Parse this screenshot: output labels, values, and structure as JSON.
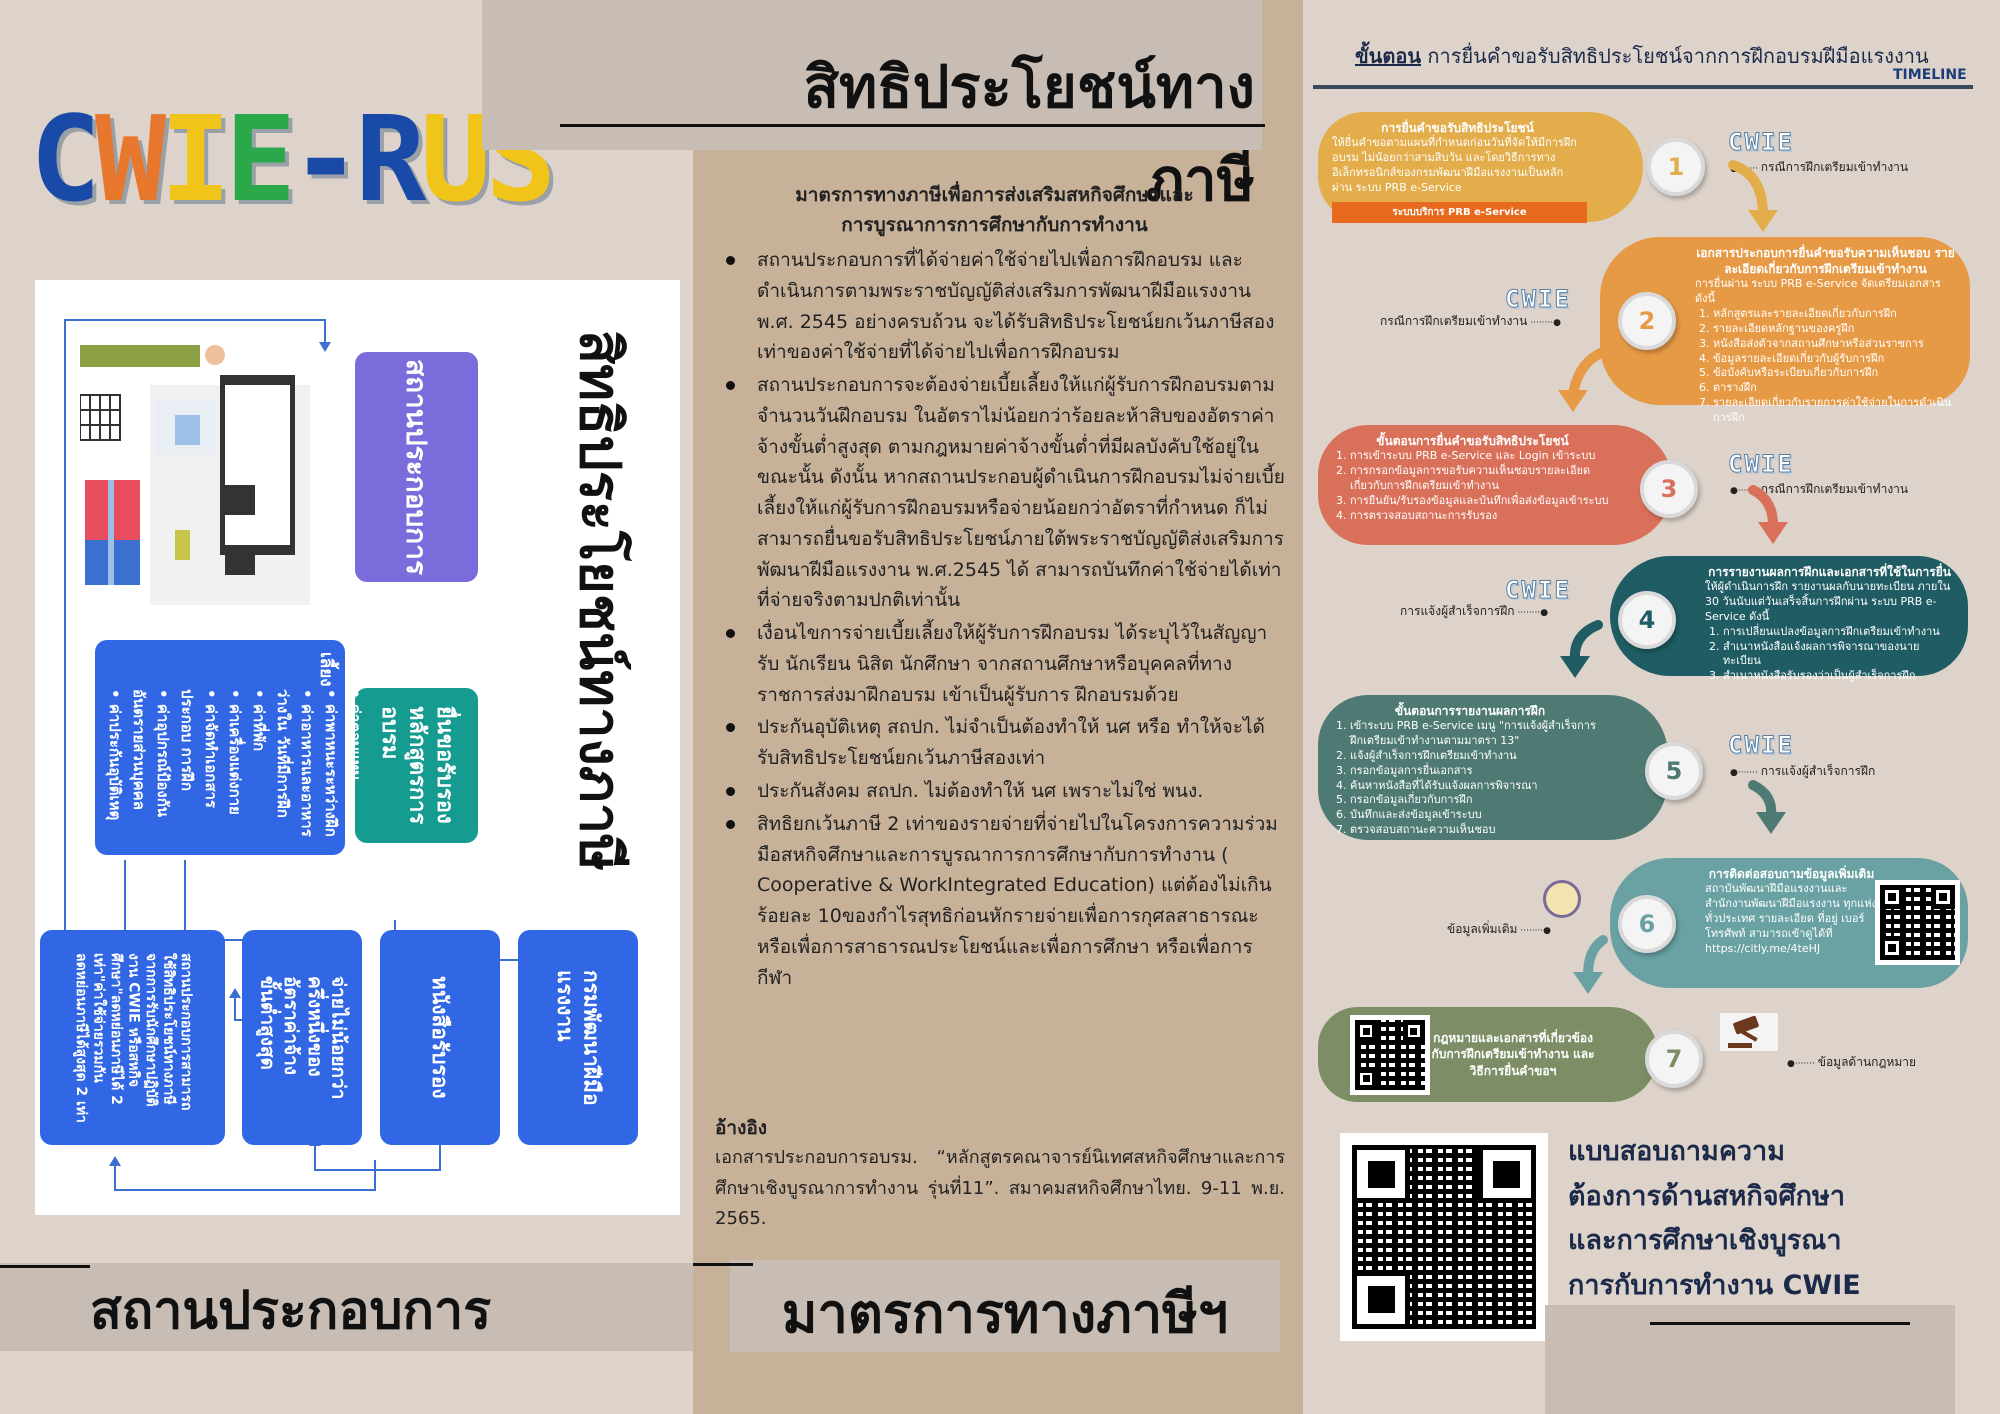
{
  "logo": {
    "letters": [
      {
        "ch": "C",
        "color": "#1a4aa8"
      },
      {
        "ch": "W",
        "color": "#e8772e"
      },
      {
        "ch": "I",
        "color": "#f0c419"
      },
      {
        "ch": "E",
        "color": "#2aa84a"
      },
      {
        "ch": "-",
        "color": "#1a4aa8"
      },
      {
        "ch": "R",
        "color": "#1a4aa8"
      },
      {
        "ch": "U",
        "color": "#f0c419"
      },
      {
        "ch": "S",
        "color": "#f0c419"
      }
    ]
  },
  "left": {
    "big_vertical_title": "สิทธิประโยชน์ทางภาษี",
    "box_operator": "สถานประกอบการ",
    "box_certified": "ยื่นขอรับรอง\nหลักสูตรการ\nอบรม",
    "expenses_title": "เบี้ยเลี้ยง",
    "expenses": [
      "ค่าตอบแทน",
      "ค่าพาหนะระหว่างฝึก",
      "ค่าอาหารและอาหารว่างใน วันที่มีการฝึก",
      "ค่าที่พัก",
      "ค่าเครื่องแต่งกาย",
      "ค่าจัดทำเอกสารประกอบ การฝึก",
      "ค่าอุปกรณ์ป้องกัน อันตรายส่วนบุคคล",
      "ค่าประกันอุบัติเหตุ"
    ],
    "box_dept": "กรมพัฒนาฝีมือ\nแรงงาน",
    "box_letter": "หนังสือรับรอง",
    "box_wage": "จ่ายไม่น้อยกว่า\nครึ่งหนึ่งของ\nอัตราค่าจ้าง\nขั้นต่ำสูงสุด",
    "box_taxdeduct": "สถานประกอบการสามารถ\nใช้สิทธิประโยชน์ทางภาษี\nจากการรับนักศึกษาปฏิบัติ\nงาน CWIE หรือสหกิจ\nศึกษา\"ลดหย่อนภาษีได้ 2\nเท่า\"ค่าใช้จ่ายรวมกัน\nลดหย่อนภาษีได้สูงสุด 2 เท่า",
    "bottom_title": "สถานประกอบการ"
  },
  "middle": {
    "top_title": "สิทธิประโยชน์ทางภาษี",
    "heading_line1": "มาตรการทางภาษีเพื่อการส่งเสริมสหกิจศึกษาและ",
    "heading_line2": "การบูรณาการการศึกษากับการทำงาน",
    "bullets": [
      "สถานประกอบการที่ได้จ่ายค่าใช้จ่ายไปเพื่อการฝึกอบรม และดำเนินการตามพระราชบัญญัติส่งเสริมการพัฒนาฝีมือแรงงาน พ.ศ. 2545 อย่างครบถ้วน จะได้รับสิทธิประโยชน์ยกเว้นภาษีสองเท่าของค่าใช้จ่ายที่ได้จ่ายไปเพื่อการฝึกอบรม",
      "สถานประกอบการจะต้องจ่ายเบี้ยเลี้ยงให้แก่ผู้รับการฝึกอบรมตามจำนวนวันฝึกอบรม ในอัตราไม่น้อยกว่าร้อยละห้าสิบของอัตราค่าจ้างขั้นต่ำสูงสุด ตามกฎหมายค่าจ้างขั้นต่ำที่มีผลบังคับใช้อยู่ในขณะนั้น ดังนั้น หากสถานประกอบผู้ดำเนินการฝึกอบรมไม่จ่ายเบี้ยเลี้ยงให้แก่ผู้รับการฝึกอบรมหรือจ่ายน้อยกว่าอัตราที่กำหนด ก็ไม่สามารถยื่นขอรับสิทธิประโยชน์ภายใต้พระราชบัญญัติส่งเสริมการพัฒนาฝีมือแรงงาน พ.ศ.2545 ได้ สามารถบันทึกค่าใช้จ่ายได้เท่าที่จ่ายจริงตามปกติเท่านั้น",
      "เงื่อนไขการจ่ายเบี้ยเลี้ยงให้ผู้รับการฝึกอบรม ได้ระบุไว้ในสัญญารับ นักเรียน นิสิต นักศึกษา จากสถานศึกษาหรือบุคคลที่ทางราชการส่งมาฝึกอบรม เข้าเป็นผู้รับการ ฝึกอบรมด้วย",
      "ประกันอุบัติเหตุ สถปก. ไม่จำเป็นต้องทำให้ นศ หรือ ทำให้จะได้รับสิทธิประโยชน์ยกเว้นภาษีสองเท่า",
      "ประกันสังคม สถปก. ไม่ต้องทำให้ นศ เพราะไม่ใช่ พนง.",
      "สิทธิยกเว้นภาษี 2 เท่าของรายจ่ายที่จ่ายไปในโครงการความร่วมมือสหกิจศึกษาและการบูรณาการการศึกษากับการทำงาน ( Cooperative & WorkIntegrated Education) แต่ต้องไม่เกินร้อยละ 10ของกำไรสุทธิก่อนหักรายจ่ายเพื่อการกุศลสาธารณะ หรือเพื่อการสาธารณประโยชน์และเพื่อการศึกษา หรือเพื่อการกีฬา"
    ],
    "ref_heading": "อ้างอิง",
    "ref_text": "เอกสารประกอบการอบรม. “หลักสูตรคณาจารย์นิเทศสหกิจศึกษาและการศึกษาเชิงบูรณาการทำงาน รุ่นที่11”. สมาคมสหกิจศึกษาไทย. 9-11 พ.ย. 2565.",
    "bottom_title": "มาตรการทางภาษีฯ"
  },
  "right": {
    "head_underlined": "ขั้นตอน",
    "head_rest": " การยื่นคำขอรับสิทธิประโยชน์จากการฝึกอบรมฝีมือแรงงาน",
    "timeline_label": "TIMELINE",
    "cwie_text": "CWIE",
    "steps": [
      {
        "num": "1",
        "color": "#e2ad4a",
        "title": "การยื่นคำขอรับสิทธิประโยชน์",
        "body": "ให้ยื่นคำขอตามแผนที่กำหนดก่อนวันที่จัดให้มีการฝึกอบรม ไม่น้อยกว่าสามสิบวัน และโดยวิธีการทางอิเล็กทรอนิกส์ของกรมพัฒนาฝีมือแรงงานเป็นหลักผ่าน ระบบ PRB e-Service",
        "banner": "ระบบบริการ PRB e-Service",
        "side": "กรณีการฝึกเตรียมเข้าทำงาน"
      },
      {
        "num": "2",
        "color": "#e79a45",
        "title": "เอกสารประกอบการยื่นคำขอรับความเห็นชอบ รายละเอียดเกี่ยวกับการฝึกเตรียมเข้าทำงาน",
        "body": "การยื่นผ่าน ระบบ PRB e-Service จัดเตรียมเอกสาร ดังนี้",
        "items": [
          "หลักสูตรและรายละเอียดเกี่ยวกับการฝึก",
          "รายละเอียดหลักฐานของครูฝึก",
          "หนังสือส่งตัวจากสถานศึกษาหรือส่วนราชการ",
          "ข้อมูลรายละเอียดเกี่ยวกับผู้รับการฝึก",
          "ข้อบังคับหรือระเบียบเกี่ยวกับการฝึก",
          "ตารางฝึก",
          "รายละเอียดเกี่ยวกับรายการค่าใช้จ่ายในการดำเนินการฝึก"
        ],
        "side": "กรณีการฝึกเตรียมเข้าทำงาน"
      },
      {
        "num": "3",
        "color": "#d9705a",
        "title": "ขั้นตอนการยื่นคำขอรับสิทธิประโยชน์",
        "items": [
          "การเข้าระบบ PRB e-Service และ Login เข้าระบบ",
          "การกรอกข้อมูลการขอรับความเห็นชอบรายละเอียดเกี่ยวกับการฝึกเตรียมเข้าทำงาน",
          "การยืนยัน/รับรองข้อมูลและบันทึกเพื่อส่งข้อมูลเข้าระบบ",
          "การตรวจสอบสถานะการรับรอง"
        ],
        "side": "กรณีการฝึกเตรียมเข้าทำงาน"
      },
      {
        "num": "4",
        "color": "#1f5c63",
        "title": "การรายงานผลการฝึกและเอกสารที่ใช้ในการยื่น",
        "body": "ให้ผู้ดำเนินการฝึก รายงานผลกับนายทะเบียน ภายใน 30 วันนับแต่วันเสร็จสิ้นการฝึกผ่าน ระบบ PRB e-Service ดังนี้",
        "items": [
          "การเปลี่ยนแปลงข้อมูลการฝึกเตรียมเข้าทำงาน",
          "สำเนาหนังสือแจ้งผลการพิจารณาของนายทะเบียน",
          "สำเนาหนังสือรับรองว่าเป็นผู้สำเร็จการฝึก"
        ],
        "side": "การแจ้งผู้สำเร็จการฝึก"
      },
      {
        "num": "5",
        "color": "#4e7a73",
        "title": "ขั้นตอนการรายงานผลการฝึก",
        "items": [
          "เข้าระบบ PRB e-Service เมนู \"การแจ้งผู้สำเร็จการฝึกเตรียมเข้าทำงานตามมาตรา 13\"",
          "แจ้งผู้สำเร็จการฝึกเตรียมเข้าทำงาน",
          "กรอกข้อมูลการยื่นเอกสาร",
          "ค้นหาหนังสือที่ได้รับแจ้งผลการพิจารณา",
          "กรอกข้อมูลเกี่ยวกับการฝึก",
          "บันทึกและส่งข้อมูลเข้าระบบ",
          "ตรวจสอบสถานะความเห็นชอบ"
        ],
        "side": "การแจ้งผู้สำเร็จการฝึก"
      },
      {
        "num": "6",
        "color": "#6aa2a3",
        "title": "การติดต่อสอบถามข้อมูลเพิ่มเติม",
        "body": "สถาบันพัฒนาฝีมือแรงงานและ สำนักงานพัฒนาฝีมือแรงงาน ทุกแห่งทั่วประเทศ รายละเอียด ที่อยู่ เบอร์โทรศัพท์ สามารถเข้าดูได้ที่ https://citly.me/4teHJ",
        "side": "ข้อมูลเพิ่มเติม"
      },
      {
        "num": "7",
        "color": "#7d8e66",
        "title": "กฎหมายและเอกสารที่เกี่ยวข้อง กับการฝึกเตรียมเข้าทำงาน และวิธีการยื่นคำขอฯ",
        "side": "ข้อมูลด้านกฎหมาย"
      }
    ],
    "survey": [
      "แบบสอบถามความ",
      "ต้องการด้านสหกิจศึกษา",
      "และการศึกษาเชิงบูรณา",
      "การกับการทำงาน CWIE"
    ]
  }
}
